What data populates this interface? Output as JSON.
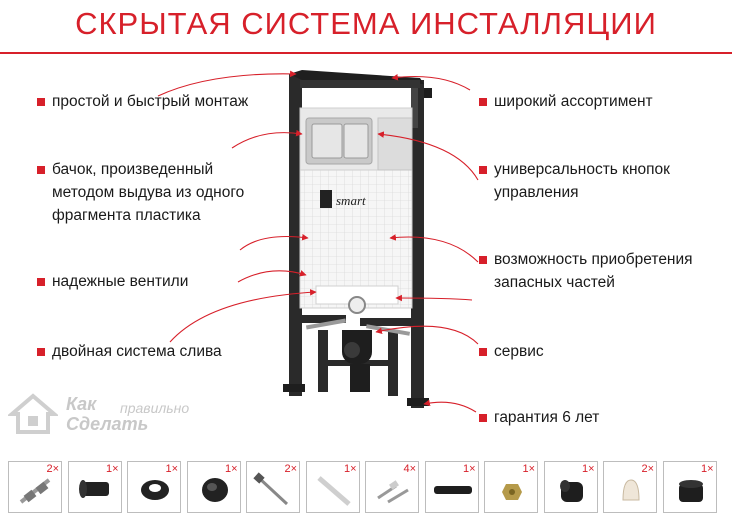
{
  "title": "СКРЫТАЯ СИСТЕМА ИНСТАЛЛЯЦИИ",
  "features_left": [
    "простой и быстрый монтаж",
    "бачок, произведенный\nметодом выдува из одного\nфрагмента пластика",
    "надежные вентили",
    "двойная система слива"
  ],
  "features_right": [
    "широкий ассортимент",
    "универсальность кнопок\nуправления",
    "возможность приобретения\nзапасных частей",
    "сервис",
    "гарантия 6 лет"
  ],
  "brand_label": "smart",
  "watermark": {
    "line1": "Как",
    "line1_small": "правильно",
    "line2": "Сделать"
  },
  "parts": [
    {
      "qty": "2×",
      "icon": "rod-with-nuts-icon"
    },
    {
      "qty": "1×",
      "icon": "pipe-connector-icon"
    },
    {
      "qty": "1×",
      "icon": "rubber-ring-icon"
    },
    {
      "qty": "1×",
      "icon": "rubber-cuff-icon"
    },
    {
      "qty": "2×",
      "icon": "long-bolt-icon"
    },
    {
      "qty": "1×",
      "icon": "plastic-rod-icon"
    },
    {
      "qty": "4×",
      "icon": "dowel-screw-icon"
    },
    {
      "qty": "1×",
      "icon": "black-pipe-icon"
    },
    {
      "qty": "1×",
      "icon": "brass-fitting-icon"
    },
    {
      "qty": "1×",
      "icon": "drain-elbow-icon"
    },
    {
      "qty": "2×",
      "icon": "cap-icon"
    },
    {
      "qty": "1×",
      "icon": "drain-coupling-icon"
    }
  ],
  "colors": {
    "accent": "#d7202a",
    "frame": "#2a2a2a",
    "panel": "#eeeeee"
  }
}
